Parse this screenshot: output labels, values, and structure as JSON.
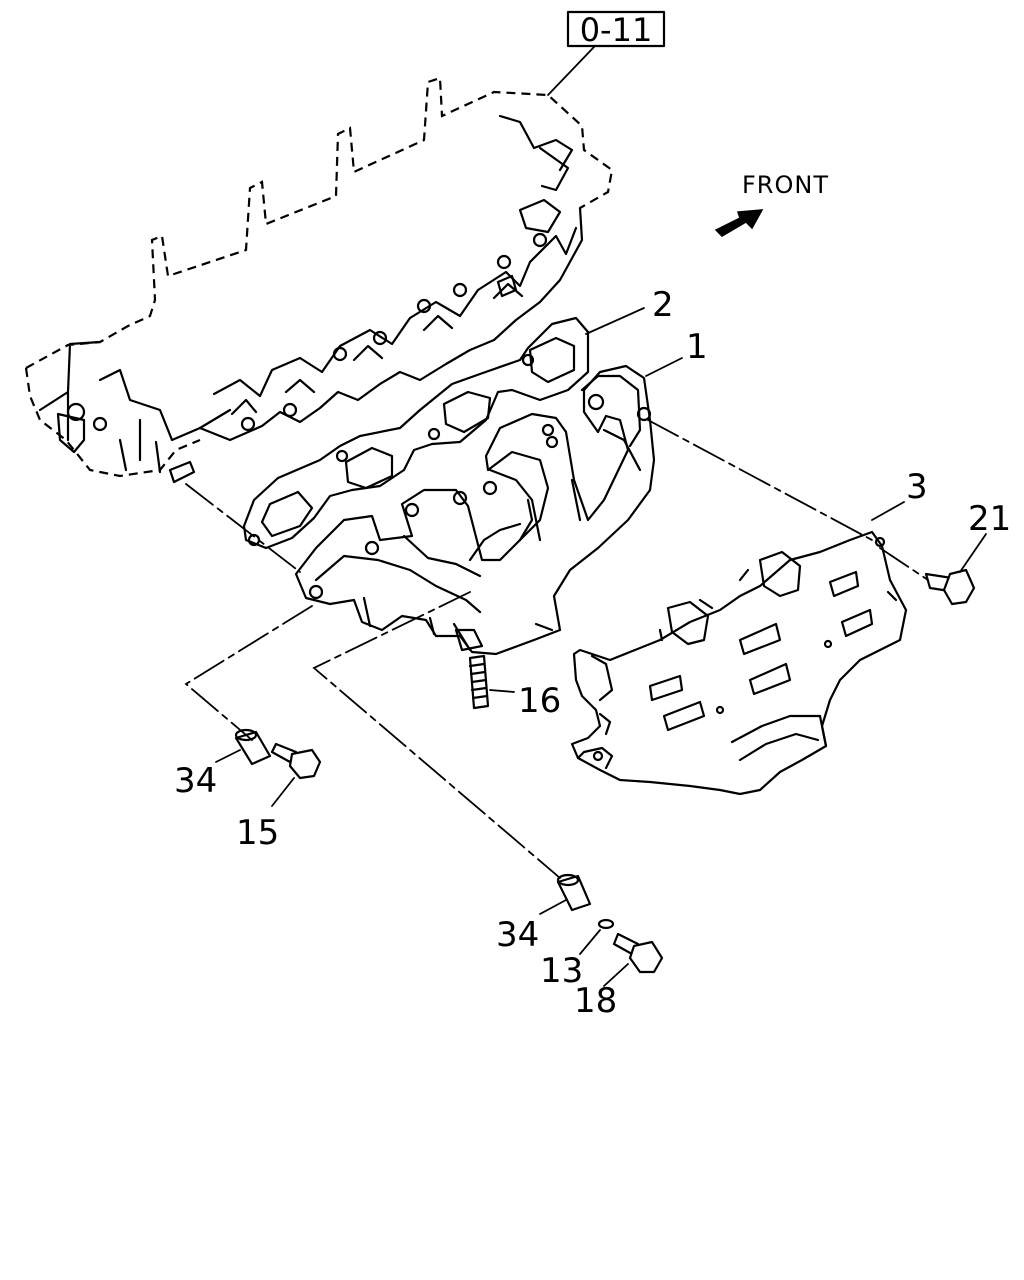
{
  "diagram": {
    "reference_box": "0-11",
    "front_label": "FRONT",
    "callouts": [
      {
        "id": "c1",
        "text": "1"
      },
      {
        "id": "c2",
        "text": "2"
      },
      {
        "id": "c3",
        "text": "3"
      },
      {
        "id": "c13",
        "text": "13"
      },
      {
        "id": "c15",
        "text": "15"
      },
      {
        "id": "c16",
        "text": "16"
      },
      {
        "id": "c18",
        "text": "18"
      },
      {
        "id": "c21",
        "text": "21"
      },
      {
        "id": "c34a",
        "text": "34"
      },
      {
        "id": "c34b",
        "text": "34"
      }
    ]
  }
}
